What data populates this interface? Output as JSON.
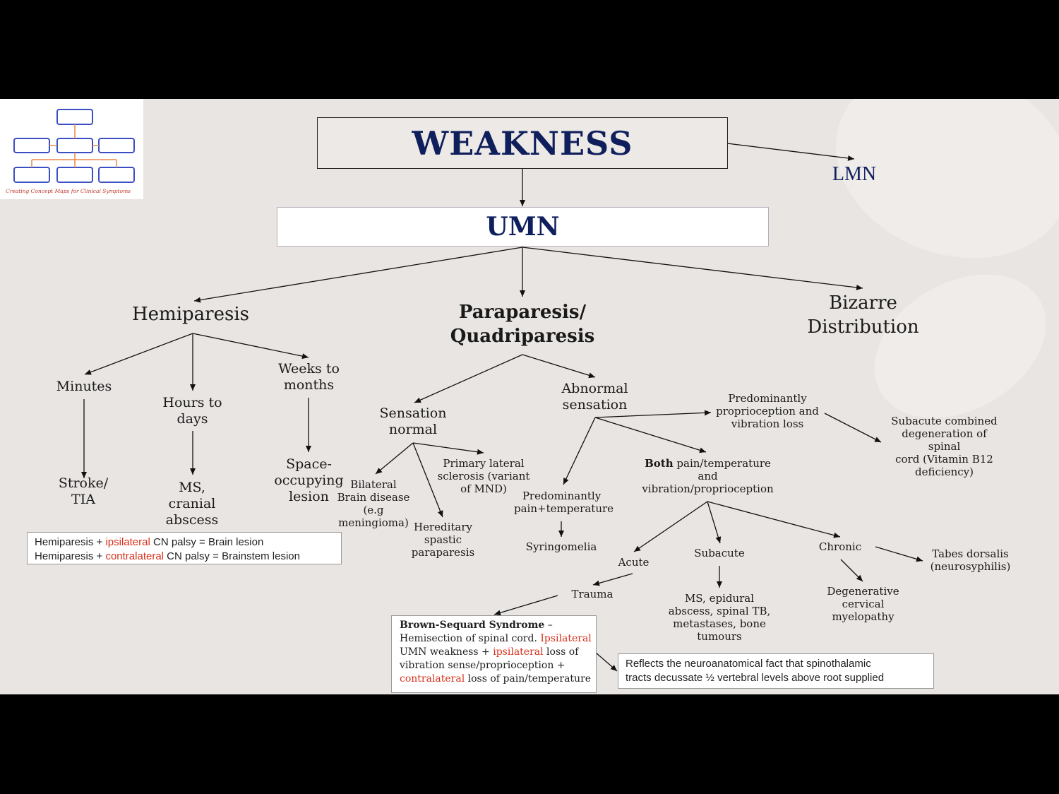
{
  "title": "WEAKNESS",
  "lmn": "LMN",
  "umn": "UMN",
  "logo_caption": "Creating Concept Maps for Clinical Symptoms",
  "hemiparesis": {
    "title": "Hemiparesis",
    "minutes": "Minutes",
    "hours_l1": "Hours to",
    "hours_l2": "days",
    "weeks_l1": "Weeks to",
    "weeks_l2": "months",
    "stroke_l1": "Stroke/",
    "stroke_l2": "TIA",
    "ms_l1": "MS,",
    "ms_l2": "cranial",
    "ms_l3": "abscess",
    "space_l1": "Space-",
    "space_l2": "occupying",
    "space_l3": "lesion"
  },
  "hemi_note": {
    "l1_a": "Hemiparesis + ",
    "l1_red": "ipsilateral",
    "l1_b": " CN palsy = Brain lesion",
    "l2_a": "Hemiparesis + ",
    "l2_red": "contralateral",
    "l2_b": " CN palsy = Brainstem lesion"
  },
  "para": {
    "title_l1": "Paraparesis/",
    "title_l2": "Quadriparesis",
    "sens_normal_l1": "Sensation",
    "sens_normal_l2": "normal",
    "abn_l1": "Abnormal",
    "abn_l2": "sensation",
    "bilateral_l1": "Bilateral",
    "bilateral_l2": "Brain disease (e.g",
    "bilateral_l3": "meningioma)",
    "pls_l1": "Primary lateral",
    "pls_l2": "sclerosis (variant",
    "pls_l3": "of MND)",
    "hered_l1": "Hereditary",
    "hered_l2": "spastic",
    "hered_l3": "paraparesis",
    "prop_l1": "Predominantly",
    "prop_l2": "proprioception and",
    "prop_l3": "vibration loss",
    "scd_l1": "Subacute combined",
    "scd_l2": "degeneration of spinal",
    "scd_l3": "cord (Vitamin B12",
    "scd_l4": "deficiency)",
    "pain_l1": "Predominantly",
    "pain_l2": "pain+temperature",
    "syringo": "Syringomelia",
    "both_bold": "Both",
    "both_l1": " pain/temperature",
    "both_l2": "and",
    "both_l3": "vibration/proprioception",
    "acute": "Acute",
    "subacute": "Subacute",
    "chronic": "Chronic",
    "trauma": "Trauma",
    "ms2_l1": "MS, epidural",
    "ms2_l2": "abscess, spinal TB,",
    "ms2_l3": "metastases, bone",
    "ms2_l4": "tumours",
    "dcm_l1": "Degenerative",
    "dcm_l2": "cervical",
    "dcm_l3": "myelopathy",
    "tabes_l1": "Tabes dorsalis",
    "tabes_l2": "(neurosyphilis)"
  },
  "bizarre": {
    "l1": "Bizarre",
    "l2": "Distribution"
  },
  "brown_sequard": {
    "title": "Brown-Sequard Syndrome",
    "dash": " –",
    "l2_a": "Hemisection of spinal cord. ",
    "l2_red": "Ipsilateral",
    "l3_a": "UMN weakness + ",
    "l3_red": "ipsilateral",
    "l3_b": " loss of",
    "l4": "vibration sense/proprioception +",
    "l5_red": "contralateral",
    "l5_b": " loss of pain/temperature"
  },
  "tract_note": {
    "l1": "Reflects the neuroanatomical fact that spinothalamic",
    "l2": "tracts decussate ½ vertebral levels above root supplied"
  },
  "colors": {
    "navy": "#0f1f5c",
    "red": "#d6321c",
    "logo_blue": "#3b4fc4",
    "logo_orange": "#e8884a"
  }
}
